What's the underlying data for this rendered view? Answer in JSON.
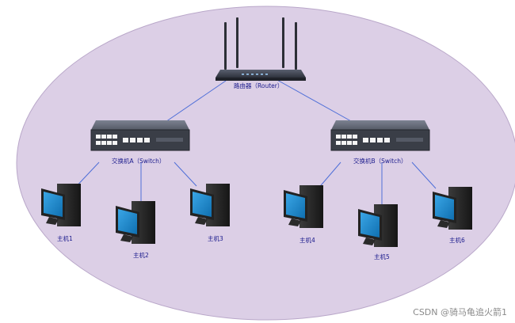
{
  "diagram": {
    "router": {
      "label": "路由器（Router）"
    },
    "switches": [
      {
        "id": "A",
        "label": "交换机A（Switch）"
      },
      {
        "id": "B",
        "label": "交换机B（Switch）"
      }
    ],
    "hosts": [
      {
        "label": "主机1",
        "switch": "A"
      },
      {
        "label": "主机2",
        "switch": "A"
      },
      {
        "label": "主机3",
        "switch": "A"
      },
      {
        "label": "主机4",
        "switch": "B"
      },
      {
        "label": "主机5",
        "switch": "B"
      },
      {
        "label": "主机6",
        "switch": "B"
      }
    ],
    "colors": {
      "background_ellipse": "#dccfe6",
      "ellipse_border": "#b9a7c9",
      "link_line": "#4f6fd8",
      "label_text": "#1a1a8c",
      "monitor_screen": "#1787c8"
    }
  },
  "watermark": "CSDN @骑马龟追火箭1"
}
